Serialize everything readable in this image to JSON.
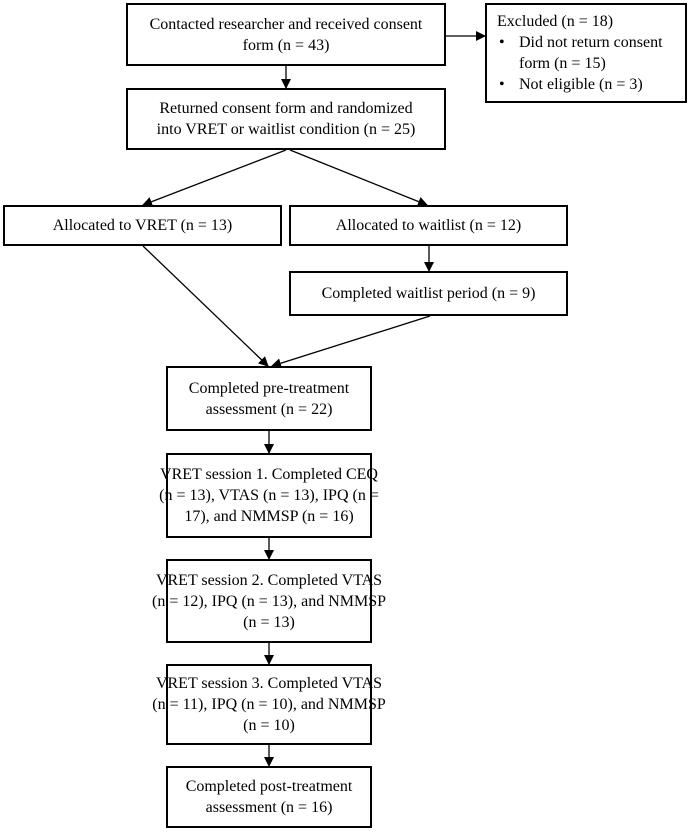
{
  "boxes": {
    "contacted": [
      "Contacted researcher and received consent",
      "form (n = 43)"
    ],
    "excluded": {
      "title": "Excluded (n = 18)",
      "reasons": [
        {
          "bullet": "•",
          "lines": [
            "Did not return consent",
            "form (n = 15)"
          ]
        },
        {
          "bullet": "•",
          "lines": [
            "Not eligible (n = 3)"
          ]
        }
      ]
    },
    "randomized": [
      "Returned consent form and randomized",
      "into VRET or waitlist condition (n = 25)"
    ],
    "vret": [
      "Allocated to VRET (n = 13)"
    ],
    "waitlist": [
      "Allocated to waitlist (n = 12)"
    ],
    "waitlist_done": [
      "Completed waitlist period (n = 9)"
    ],
    "pre": [
      "Completed pre-treatment",
      "assessment (n = 22)"
    ],
    "s1": [
      "VRET session 1. Completed CEQ",
      "(n = 13), VTAS (n = 13), IPQ (n =",
      "17), and NMMSP (n = 16)"
    ],
    "s2": [
      "VRET session 2. Completed VTAS",
      "(n = 12), IPQ (n = 13), and NMMSP",
      "(n = 13)"
    ],
    "s3": [
      "VRET session 3. Completed VTAS",
      "(n = 11), IPQ (n = 10), and NMMSP",
      "(n = 10)"
    ],
    "post": [
      "Completed post-treatment",
      "assessment (n = 16)"
    ]
  }
}
